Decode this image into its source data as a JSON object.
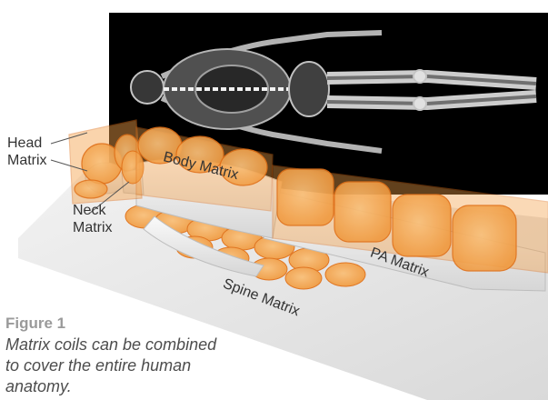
{
  "labels": {
    "head_matrix": "Head\nMatrix",
    "neck_matrix": "Neck\nMatrix",
    "body_matrix": "Body Matrix",
    "pa_matrix": "PA Matrix",
    "spine_matrix": "Spine Matrix"
  },
  "caption": {
    "number": "Figure 1",
    "text": "Matrix coils can be combined to cover the entire human anatomy."
  },
  "colors": {
    "mri_background": "#000000",
    "coil_fill": "#f5a24a",
    "coil_stroke": "#e07018",
    "table": "#e6e6e6",
    "patient": "#f2f2f2",
    "caption_number": "#9a9a9a",
    "caption_text": "#4d4d4d"
  },
  "icons": {
    "mri_scan": "full-body-mri-image",
    "patient": "reclining-patient-figure"
  }
}
